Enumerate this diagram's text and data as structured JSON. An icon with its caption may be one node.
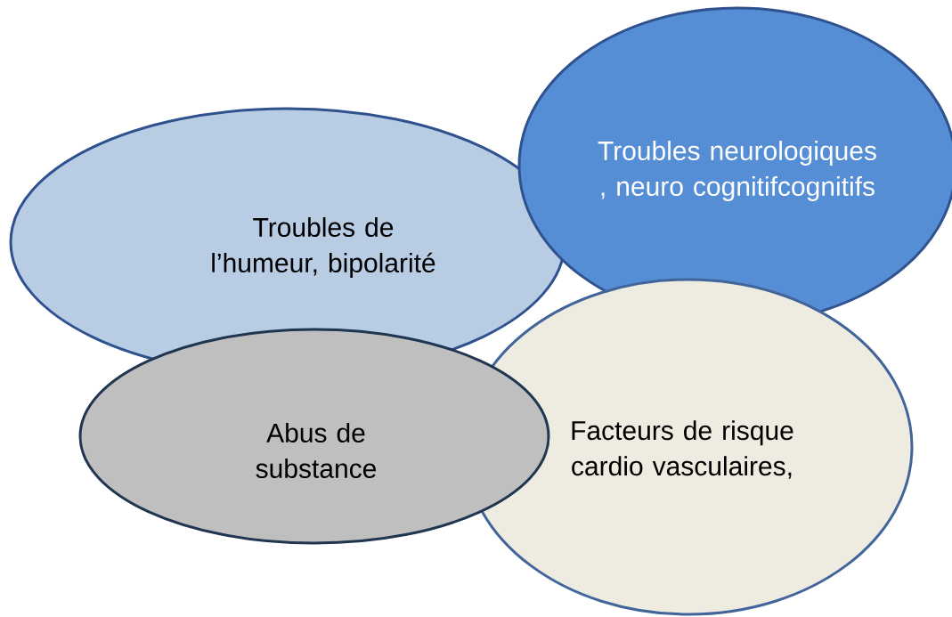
{
  "diagram": {
    "nodes": [
      {
        "text": [
          "Troubles de l’humeur, bipolarité"
        ]
      },
      {
        "text": [
          "Troubles neurologiques , neuro cognitifcognitifs"
        ]
      },
      {
        "text": [
          "Facteurs de risque cardio vasculaires,"
        ]
      },
      {
        "text": [
          "Abus de substance"
        ]
      }
    ]
  }
}
